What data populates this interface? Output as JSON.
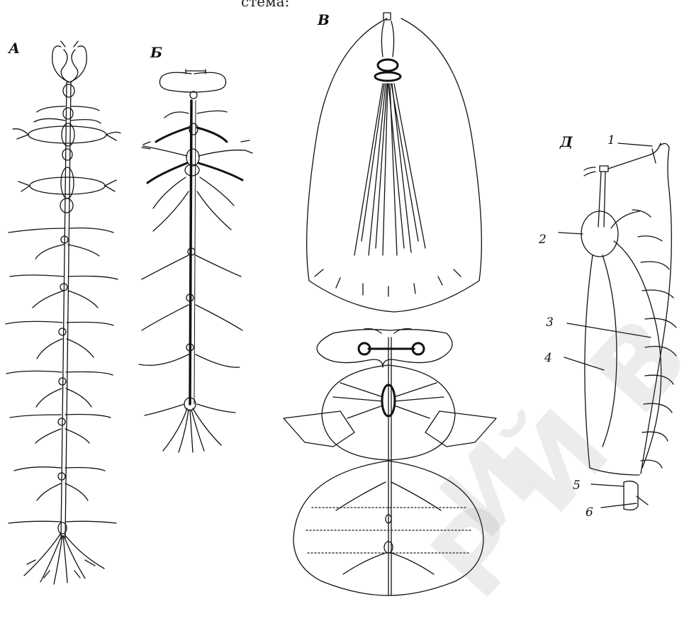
{
  "top_text": "стема:",
  "panels": {
    "a": "А",
    "b": "Б",
    "v": "В",
    "d": "Д"
  },
  "numbers": [
    "1",
    "2",
    "3",
    "4",
    "5",
    "6"
  ],
  "watermark": [
    "Р",
    "Й",
    "В",
    "И"
  ]
}
